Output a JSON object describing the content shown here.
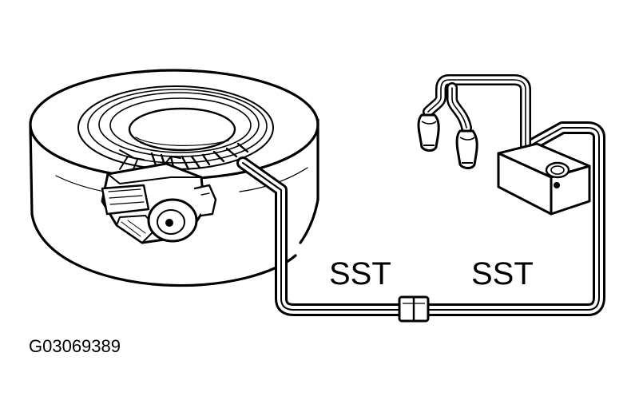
{
  "labels": {
    "sst_left": "SST",
    "sst_right": "SST",
    "figure_id": "G03069389"
  },
  "colors": {
    "ink": "#000000",
    "paper": "#ffffff"
  }
}
